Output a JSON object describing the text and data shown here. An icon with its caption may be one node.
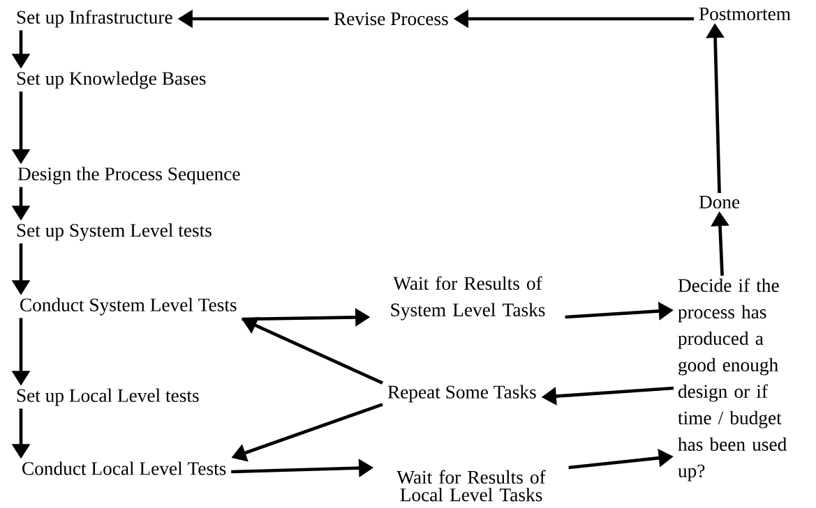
{
  "diagram": {
    "nodes": [
      {
        "text": [
          "Set up Infrastructure"
        ]
      },
      {
        "text": [
          "Revise Process"
        ]
      },
      {
        "text": [
          "Postmortem"
        ]
      },
      {
        "text": [
          "Set up Knowledge Bases"
        ]
      },
      {
        "text": [
          "Design the Process Sequence"
        ]
      },
      {
        "text": [
          "Set up System Level tests"
        ]
      },
      {
        "text": [
          "Conduct System Level Tests"
        ]
      },
      {
        "text": [
          "Wait for Results of System Level Tasks"
        ]
      },
      {
        "text": [
          "Done"
        ]
      },
      {
        "text": [
          "Decide if the process has produced a good enough design or if time / budget has been used up?"
        ]
      },
      {
        "text": [
          "Set up Local Level tests"
        ]
      },
      {
        "text": [
          "Repeat Some Tasks"
        ]
      },
      {
        "text": [
          "Conduct Local Level Tests"
        ]
      },
      {
        "text": [
          "Wait for Results of Local Level Tasks"
        ]
      }
    ],
    "edges": [
      {
        "from": 2,
        "to": 1,
        "arrow": "to"
      },
      {
        "from": 1,
        "to": 0,
        "arrow": "to"
      },
      {
        "from": 0,
        "to": 3,
        "arrow": "to"
      },
      {
        "from": 3,
        "to": 4,
        "arrow": "to"
      },
      {
        "from": 4,
        "to": 5,
        "arrow": "to"
      },
      {
        "from": 5,
        "to": 6,
        "arrow": "to"
      },
      {
        "from": 6,
        "to": 10,
        "arrow": "to"
      },
      {
        "from": 10,
        "to": 12,
        "arrow": "to"
      },
      {
        "from": 6,
        "to": 7,
        "arrow": "to"
      },
      {
        "from": 7,
        "to": 9,
        "arrow": "to"
      },
      {
        "from": 9,
        "to": 8,
        "arrow": "to"
      },
      {
        "from": 8,
        "to": 2,
        "arrow": "to"
      },
      {
        "from": 9,
        "to": 11,
        "arrow": "to"
      },
      {
        "from": 11,
        "to": 6,
        "arrow": "to"
      },
      {
        "from": 11,
        "to": 12,
        "arrow": "to"
      },
      {
        "from": 12,
        "to": 13,
        "arrow": "to"
      },
      {
        "from": 13,
        "to": 9,
        "arrow": "to"
      }
    ]
  }
}
